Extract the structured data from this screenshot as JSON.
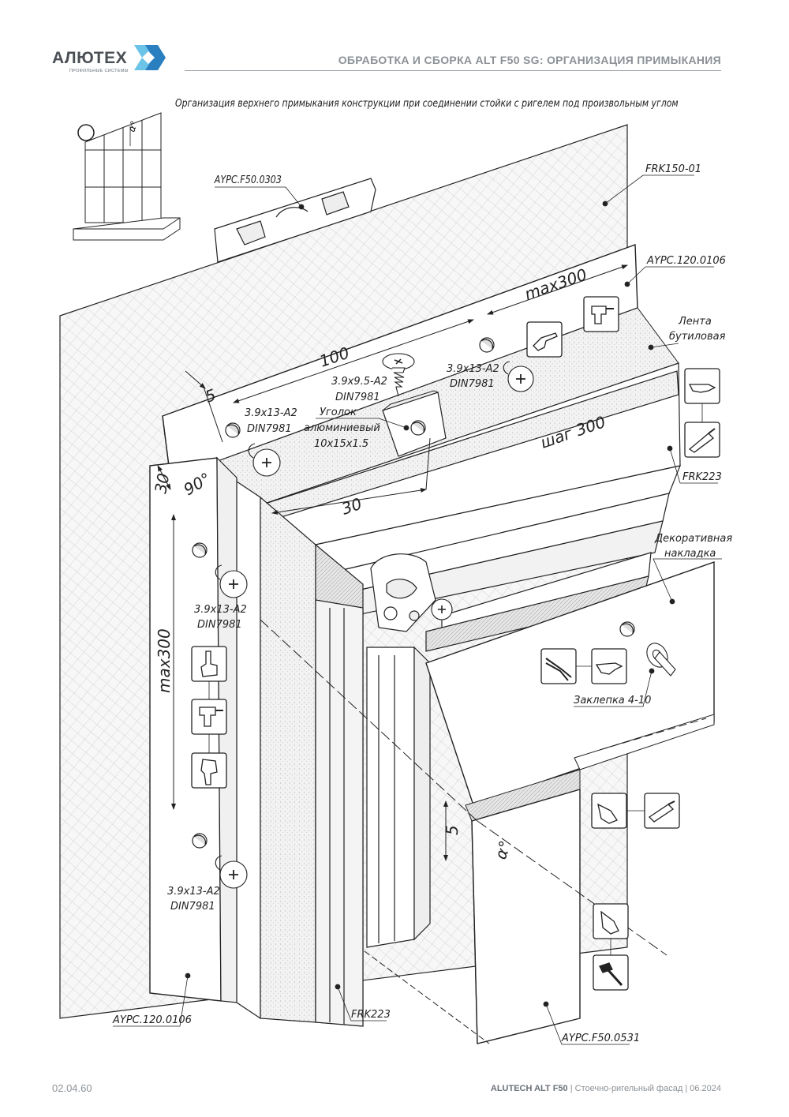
{
  "header": {
    "logo_text": "АЛЮТЕХ",
    "logo_subtitle": "ПРОФИЛЬНЫЕ СИСТЕМЫ",
    "title": "ОБРАБОТКА И СБОРКА ALT F50 SG: ОРГАНИЗАЦИЯ ПРИМЫКАНИЯ"
  },
  "caption": "Организация верхнего примыкания конструкции при соединении стойки с ригелем под произвольным углом",
  "labels": {
    "aypc_f50_0303": "AYPC.F50.0303",
    "frk150_01": "FRK150-01",
    "aypc_120_0106_top": "AYPC.120.0106",
    "lenta_line1": "Лента",
    "lenta_line2": "бутиловая",
    "frk223_right": "FRK223",
    "dekor_line1": "Декоративная",
    "dekor_line2": "накладка",
    "zaklepka": "Заклепка 4-10",
    "screw_top_right_1": "3.9x13-A2",
    "screw_top_right_2": "DIN7981",
    "screw_top_mid_1": "3.9x9.5-A2",
    "screw_top_mid_2": "DIN7981",
    "screw_top_left_1": "3.9x13-A2",
    "screw_top_left_2": "DIN7981",
    "ugolok_1": "Уголок",
    "ugolok_2": "алюминиевый",
    "ugolok_3": "10x15x1.5",
    "screw_left_mid_1": "3.9x13-A2",
    "screw_left_mid_2": "DIN7981",
    "screw_left_bot_1": "3.9x13-A2",
    "screw_left_bot_2": "DIN7981",
    "aypc_120_0106_bottom": "AYPC.120.0106",
    "frk223_bottom": "FRK223",
    "aypc_f50_0531": "AYPC.F50.0531"
  },
  "dimensions": {
    "max300_top": "max300",
    "d100": "100",
    "d5_top": "5",
    "shag300": "шаг 300",
    "d30_horiz": "30",
    "d30_vert": "30",
    "angle90": "90°",
    "max300_left": "max300",
    "d5_bottom": "5",
    "alpha_bottom": "α°",
    "alpha_thumb": "α°"
  },
  "footer": {
    "page_number": "02.04.60",
    "brand": "ALUTECH ALT F50",
    "description": " | Стоечно-ригельный фасад | 06.2024"
  },
  "colors": {
    "logo_blue": "#2a7fc0",
    "logo_light": "#6cc3e8",
    "line": "#222222",
    "header_gray": "#8c9196"
  },
  "icons": [
    "finger-point-icon",
    "drill-icon",
    "sealant-gun-icon",
    "rivet-pliers-icon",
    "hammer-icon"
  ]
}
